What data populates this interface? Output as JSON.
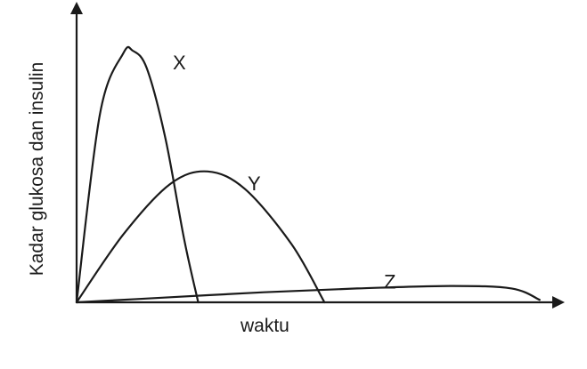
{
  "chart_data": {
    "type": "line",
    "title": "",
    "xlabel": "waktu",
    "ylabel": "Kadar glukosa dan insulin",
    "xlim": [
      0,
      10
    ],
    "ylim": [
      0,
      10
    ],
    "grid": false,
    "legend": "none",
    "series": [
      {
        "name": "X",
        "x": [
          0,
          0.5,
          1.0,
          1.2,
          1.5,
          1.9,
          2.3,
          2.6
        ],
        "y": [
          0,
          7.5,
          9.9,
          10,
          9.3,
          6.5,
          2.5,
          0
        ]
      },
      {
        "name": "Y",
        "x": [
          0,
          1.0,
          2.0,
          2.8,
          3.6,
          4.6,
          5.3
        ],
        "y": [
          0,
          2.7,
          4.7,
          5.2,
          4.5,
          2.3,
          0
        ]
      },
      {
        "name": "Z",
        "x": [
          0,
          2.0,
          4.0,
          6.0,
          8.0,
          9.3,
          9.9
        ],
        "y": [
          0,
          0.2,
          0.4,
          0.55,
          0.65,
          0.55,
          0.1
        ]
      }
    ]
  }
}
